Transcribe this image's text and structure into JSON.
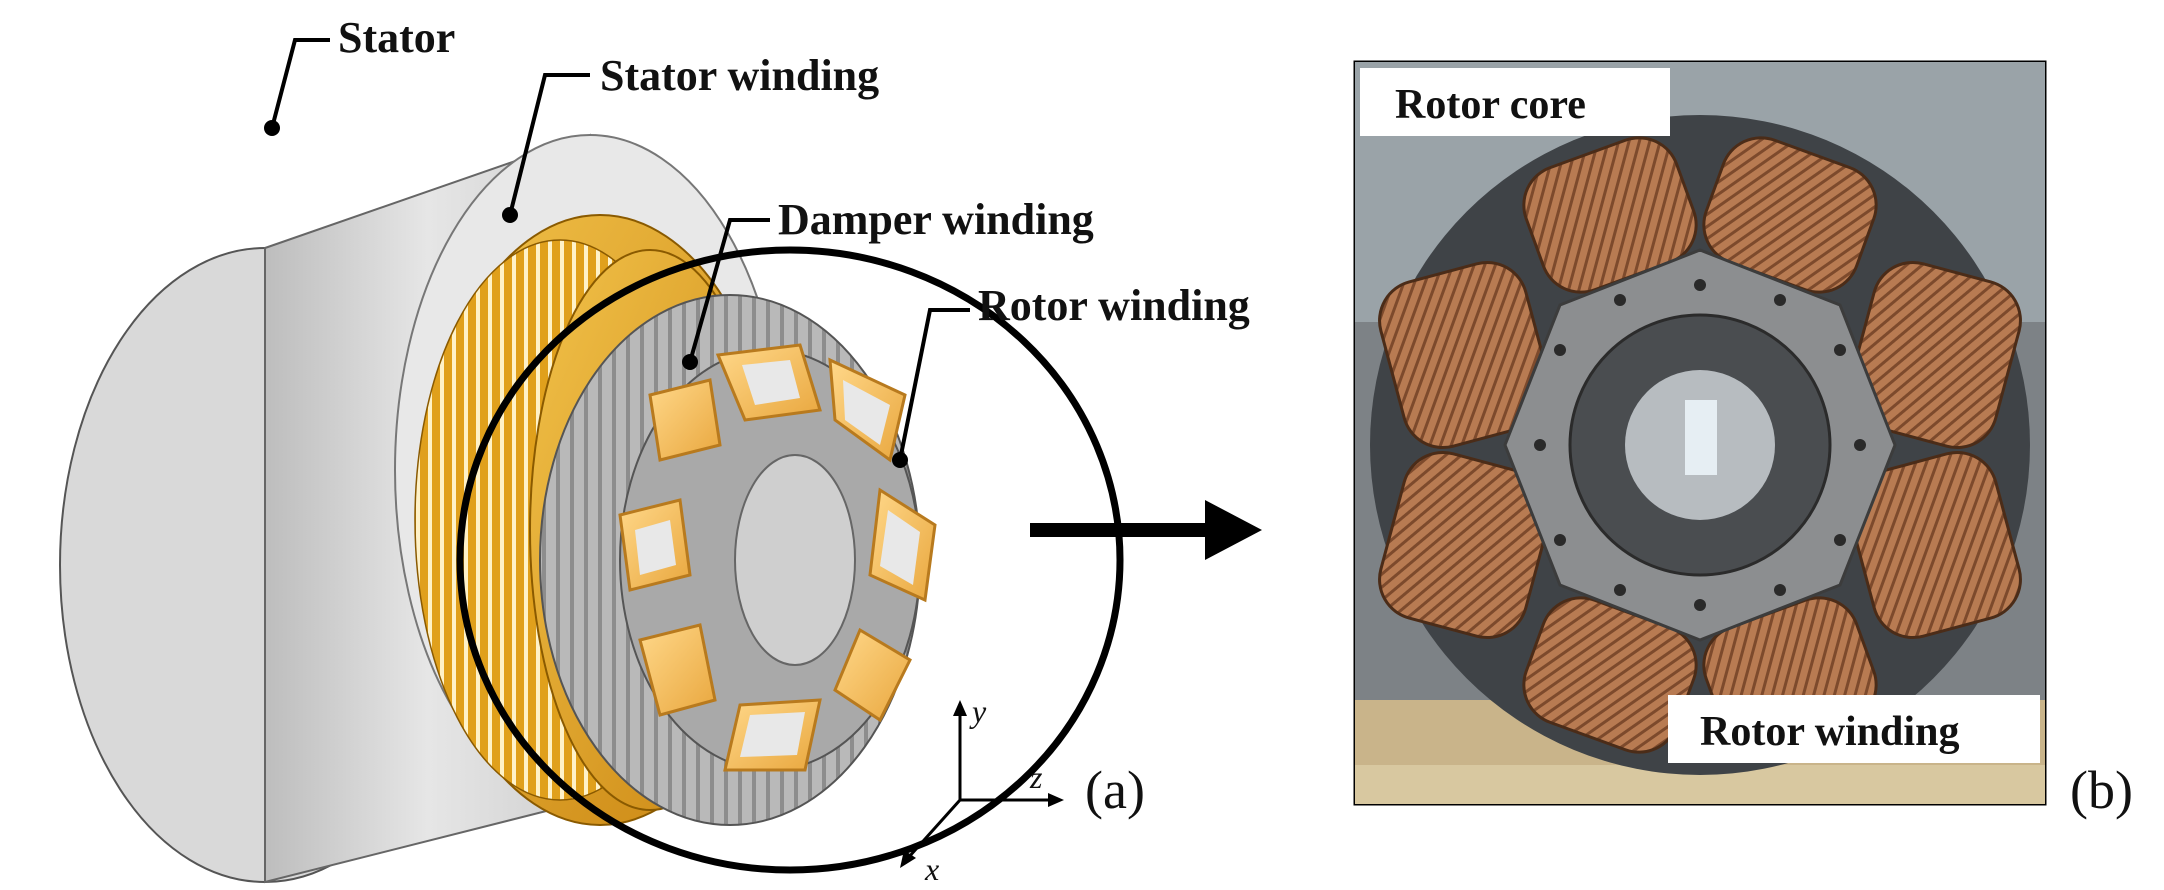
{
  "figure_a": {
    "labels": {
      "stator": "Stator",
      "stator_winding": "Stator winding",
      "damper_winding": "Damper winding",
      "rotor_winding": "Rotor winding"
    },
    "axes": {
      "x": "x",
      "y": "y",
      "z": "z"
    },
    "caption": "(a)"
  },
  "figure_b": {
    "labels": {
      "rotor_core": "Rotor core",
      "rotor_winding": "Rotor winding"
    },
    "caption": "(b)"
  },
  "colors": {
    "stator_gray": "#d6d6d6",
    "stator_winding_orange": "#e3a01e",
    "rotor_winding_orange": "#f5c15a",
    "copper": "#b4724a",
    "outline": "#111111"
  }
}
